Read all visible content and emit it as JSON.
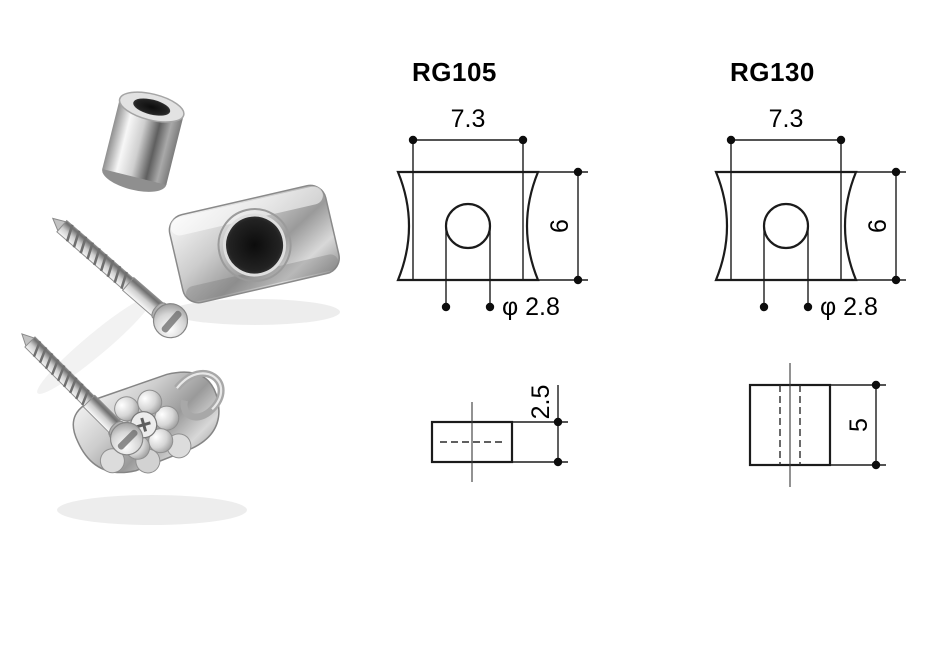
{
  "page": {
    "background": "#ffffff"
  },
  "photo": {
    "name": "chrome string guide set product photo",
    "parts": [
      "barrel spacer",
      "stamped string guide plate",
      "mounting screw",
      "mounting screw",
      "roller string retainer"
    ]
  },
  "drawings": [
    {
      "title": "RG105",
      "dims": {
        "width": "7.3",
        "height": "6",
        "hole": "φ 2.8",
        "thickness": "2.5"
      }
    },
    {
      "title": "RG130",
      "dims": {
        "width": "7.3",
        "height": "6",
        "hole": "φ 2.8",
        "thickness": "5"
      }
    }
  ]
}
